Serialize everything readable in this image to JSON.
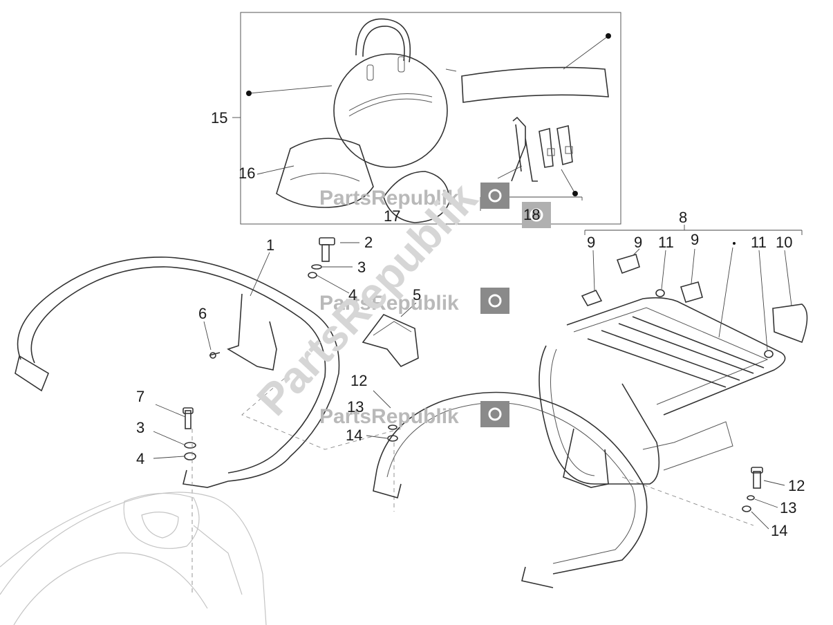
{
  "watermark": {
    "brand": "PartsRepublik",
    "diagonal": "PartsRepublik"
  },
  "callouts": {
    "c1": "1",
    "c2": "2",
    "c3a": "3",
    "c3b": "3",
    "c4a": "4",
    "c4b": "4",
    "c5": "5",
    "c6": "6",
    "c7": "7",
    "c8": "8",
    "c9a": "9",
    "c9b": "9",
    "c9c": "9",
    "c10": "10",
    "c11a": "11",
    "c11b": "11",
    "c12a": "12",
    "c12b": "12",
    "c13a": "13",
    "c13b": "13",
    "c14a": "14",
    "c14b": "14",
    "c15": "15",
    "c16": "16",
    "c17": "17",
    "c18": "18"
  },
  "colors": {
    "ink": "#333333",
    "watermark": "#b9b9b9",
    "ghost": "#c4c4c4",
    "gear": "#8a8a8a"
  },
  "icons": [
    "gear-badge-icon"
  ]
}
